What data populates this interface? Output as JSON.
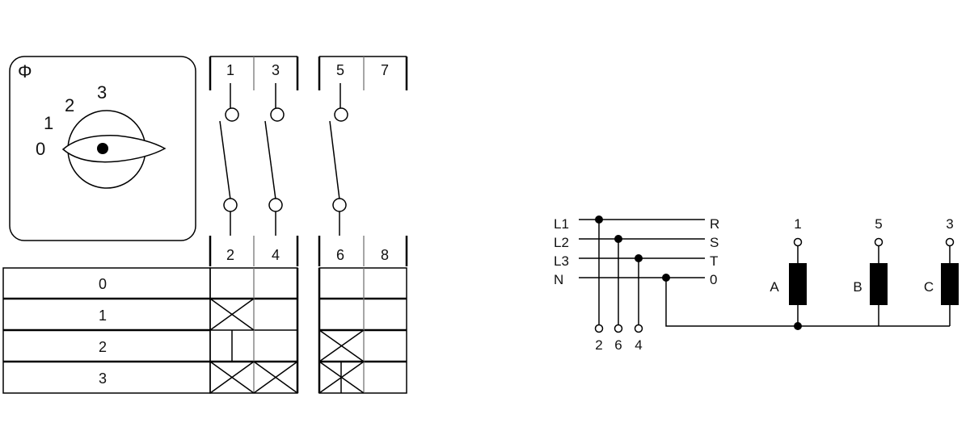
{
  "selector": {
    "symbol": "Φ",
    "positions": [
      "0",
      "1",
      "2",
      "3"
    ]
  },
  "switch_diagram": {
    "top_terminals": [
      "1",
      "3",
      "5",
      "7"
    ],
    "bottom_terminals": [
      "2",
      "4",
      "6",
      "8"
    ],
    "row_labels": [
      "0",
      "1",
      "2",
      "3"
    ]
  },
  "wiring": {
    "lines": [
      "L1",
      "L2",
      "L3",
      "N"
    ],
    "outputs": [
      "R",
      "S",
      "T",
      "0"
    ],
    "bottom_terminals": [
      "2",
      "6",
      "4"
    ],
    "load_terminals": [
      "1",
      "5",
      "3"
    ],
    "loads": [
      "A",
      "B",
      "C"
    ]
  }
}
